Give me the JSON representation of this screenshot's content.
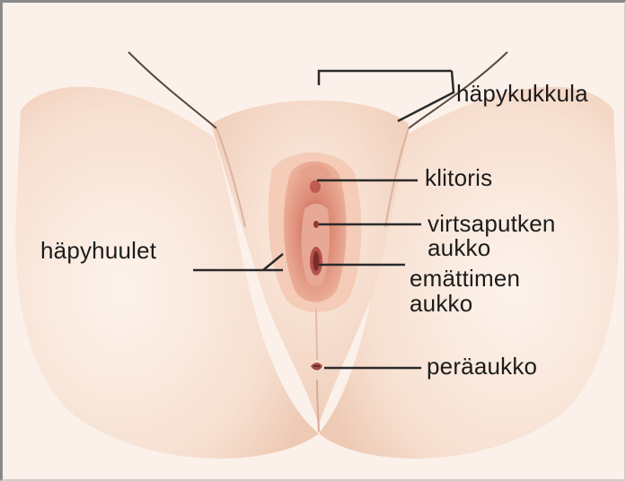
{
  "diagram": {
    "labels": {
      "mons": "häpykukkula",
      "clitoris": "klitoris",
      "urethra_line1": "virtsaputken",
      "urethra_line2": "aukko",
      "labia": "häpyhuulet",
      "vagina_line1": "emättimen",
      "vagina_line2": "aukko",
      "anus": "peräaukko"
    },
    "colors": {
      "background": "#fbf1ea",
      "skin": "#f6dccb",
      "skin_shadow": "#e9bfa7",
      "labia_tissue": "#e49a86",
      "inner_tissue": "#c9675e",
      "leader_lines": "#2a2a2a",
      "text": "#1c1c1c"
    }
  }
}
